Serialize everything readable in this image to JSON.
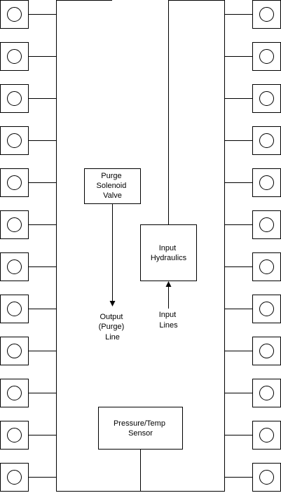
{
  "blocks": {
    "purge_valve": {
      "lines": [
        "Purge",
        "Solenoid",
        "Valve"
      ]
    },
    "input_hydraulics": {
      "lines": [
        "Input",
        "Hydraulics"
      ]
    },
    "pressure_sensor": {
      "lines": [
        "Pressure/Temp",
        "Sensor"
      ]
    }
  },
  "labels": {
    "output_line": {
      "lines": [
        "Output",
        "(Purge)",
        "Line"
      ]
    },
    "input_lines": {
      "lines": [
        "Input",
        "Lines"
      ]
    }
  },
  "ports": {
    "left_count": 12,
    "right_count": 12
  },
  "colors": {
    "stroke": "#000000",
    "fill": "#ffffff",
    "text": "#000000"
  }
}
